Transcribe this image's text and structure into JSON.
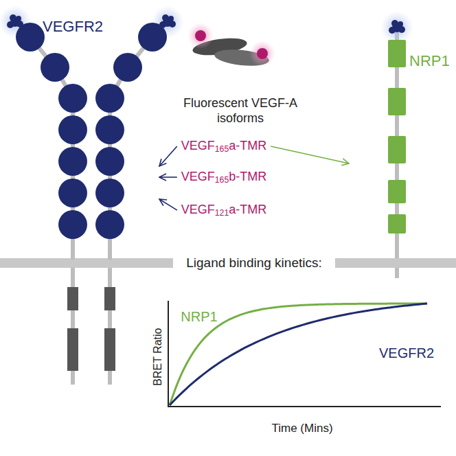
{
  "diagram": {
    "nodes": [
      {
        "text": [
          "VEGFR2"
        ]
      },
      {
        "text": [
          "NRP1"
        ]
      },
      {
        "text": [
          "VEGF165a-TMR"
        ]
      },
      {
        "text": [
          "VEGF165b-TMR"
        ]
      },
      {
        "text": [
          "VEGF121a-TMR"
        ]
      }
    ],
    "edges": [
      {
        "from": 2,
        "to": 0,
        "arrow": "to"
      },
      {
        "from": 2,
        "to": 1,
        "arrow": "to"
      },
      {
        "from": 3,
        "to": 0,
        "arrow": "to"
      },
      {
        "from": 4,
        "to": 0,
        "arrow": "to"
      }
    ],
    "labels": [
      "Fluorescent VEGF-A isoforms",
      "Ligand binding kinetics:",
      "BRET Ratio",
      "Time (Mins)",
      "NRP1",
      "VEGFR2"
    ]
  }
}
